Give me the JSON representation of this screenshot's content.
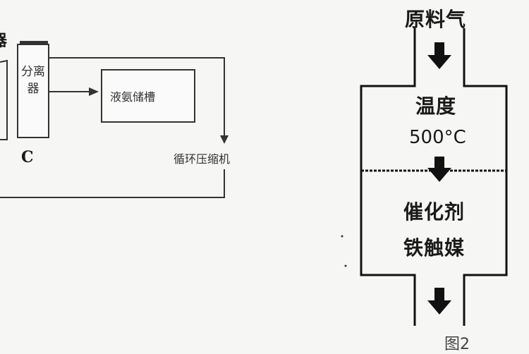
{
  "left_diagram": {
    "top_left_fragment": "器",
    "separator_label": "分离器",
    "separator_tag": "C",
    "tank_label": "液氨储槽",
    "compressor_label": "循环压缩机"
  },
  "reactor_diagram": {
    "feed_label": "原料气",
    "temperature_label": "温度",
    "temperature_value": "500°C",
    "catalyst_label": "催化剂",
    "catalyst_name": "铁触媒",
    "figure_caption": "图2"
  },
  "colors": {
    "line": "#1a1a1a",
    "background": "#f6f6f4"
  },
  "icons": [
    "down-arrow-icon",
    "right-arrow-icon"
  ]
}
